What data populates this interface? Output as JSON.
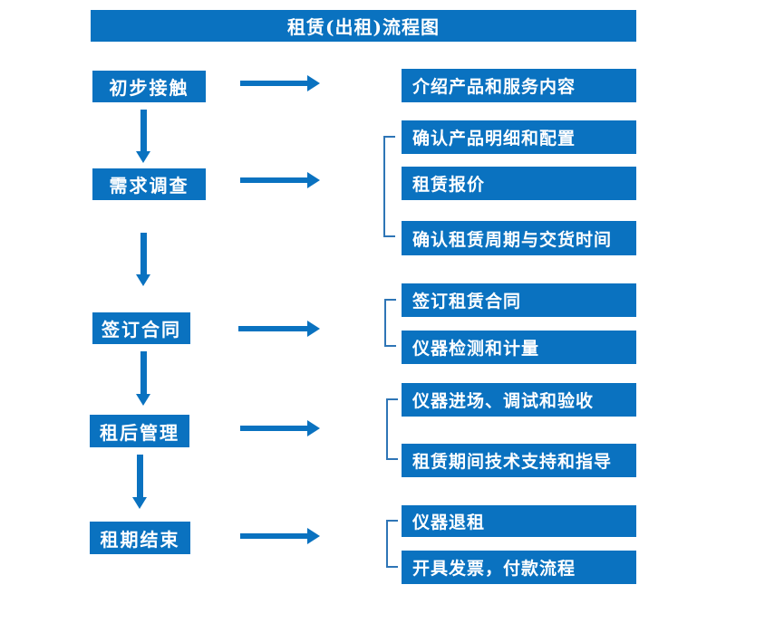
{
  "title": "租赁(出租)流程图",
  "colors": {
    "box_blue": "#0a72c0",
    "bracket_blue": "#2e75b6",
    "text_white": "#ffffff",
    "background": "#ffffff"
  },
  "icons": {
    "right_arrow": "arrow-right",
    "down_arrow": "arrow-down",
    "group_bracket": "square-bracket"
  },
  "flow": [
    {
      "stage": "初步接触",
      "details": [
        "介绍产品和服务内容"
      ]
    },
    {
      "stage": "需求调查",
      "details": [
        "确认产品明细和配置",
        "租赁报价",
        "确认租赁周期与交货时间"
      ]
    },
    {
      "stage": "签订合同",
      "details": [
        "签订租赁合同",
        "仪器检测和计量"
      ]
    },
    {
      "stage": "租后管理",
      "details": [
        "仪器进场、调试和验收",
        "租赁期间技术支持和指导"
      ]
    },
    {
      "stage": "租期结束",
      "details": [
        "仪器退租",
        "开具发票，付款流程"
      ]
    }
  ]
}
